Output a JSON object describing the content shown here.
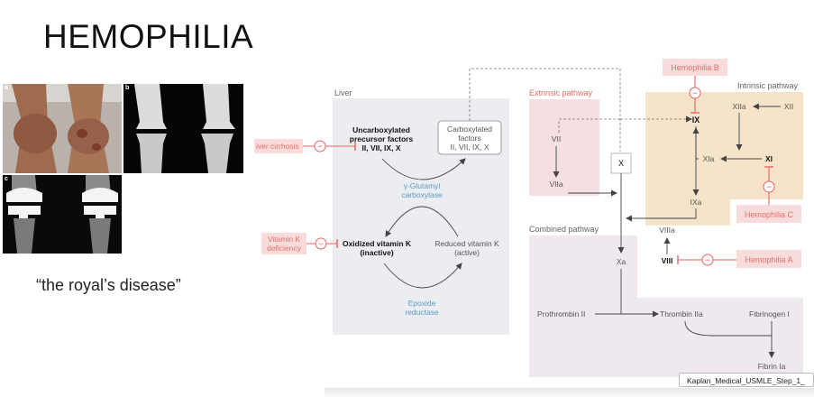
{
  "slide": {
    "title": "HEMOPHILIA",
    "caption": "“the royal’s disease”",
    "source": "Kaplan_Medical_USMLE_Step_1_",
    "photo_labels": {
      "a": "a",
      "b": "b",
      "c": "c"
    }
  },
  "colors": {
    "liver_bg": "#ebedf1",
    "extrinsic_bg": "#f6dfe1",
    "intrinsic_bg": "#f6e4ca",
    "combined_bg": "#efe8ee",
    "inhibitor": "#e8625f",
    "enzyme_label": "#5b9bc7",
    "pathway_label": "#e46e6a"
  },
  "diagram": {
    "liver": {
      "label": "Liver",
      "uncarboxylated": [
        "Uncarboxylated",
        "precursor factors",
        "II, VII, IX, X"
      ],
      "carboxylated": [
        "Carboxylated",
        "factors",
        "II, VII, IX, X"
      ],
      "gamma_glutamyl": [
        "γ-Glutamyl",
        "carboxylase"
      ],
      "oxidized_vitk": [
        "Oxidized vitamin K",
        "(inactive)"
      ],
      "reduced_vitk": [
        "Reduced vitamin K",
        "(active)"
      ],
      "epoxide_reductase": [
        "Epoxide",
        "reductase"
      ]
    },
    "inhibitors": {
      "liver_cirrhosis": "iver cirrhosis",
      "vitamin_k_deficiency": [
        "Vitamin K",
        "deficiency"
      ],
      "hemophilia_b": "Hemophilia B",
      "hemophilia_c": "Hemophilia C",
      "hemophilia_a": "Hemophilia A",
      "minus_sign": "−"
    },
    "extrinsic": {
      "label": "Extrinsic pathway",
      "f7": "VII",
      "f7a": "VIIa"
    },
    "intrinsic": {
      "label": "Intrinsic pathway",
      "f12": "XII",
      "f12a": "XIIa",
      "f11": "XI",
      "f11a": "XIa",
      "f9": "IX",
      "f9a": "IXa",
      "f8": "VIII",
      "f8a": "VIIIa"
    },
    "combined": {
      "label": "Combined pathway",
      "f10": "X",
      "f10a": "Xa",
      "prothrombin": "Prothrombin II",
      "thrombin": "Thrombin IIa",
      "fibrinogen": "Fibrinogen I",
      "fibrin": "Fibrin Ia"
    }
  }
}
